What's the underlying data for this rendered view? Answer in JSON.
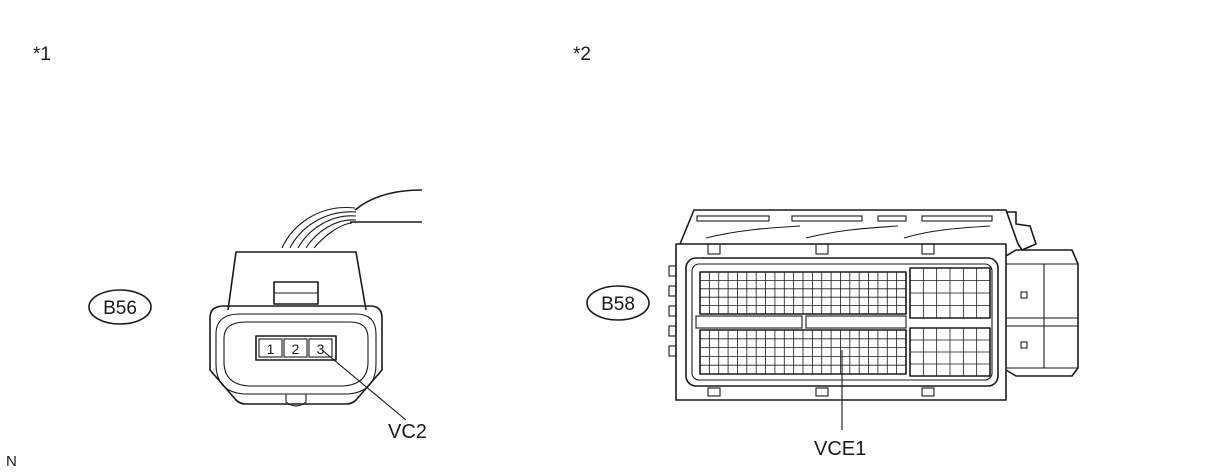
{
  "views": [
    {
      "marker": "*1"
    },
    {
      "marker": "*2"
    }
  ],
  "connectors": [
    {
      "id": "B56",
      "pins": [
        "1",
        "2",
        "3"
      ],
      "pin_callout": "VC2"
    },
    {
      "id": "B58",
      "pin_callout": "VCE1"
    }
  ],
  "corner_mark": "N",
  "colors": {
    "line": "#1a1a1a",
    "background": "#ffffff"
  }
}
